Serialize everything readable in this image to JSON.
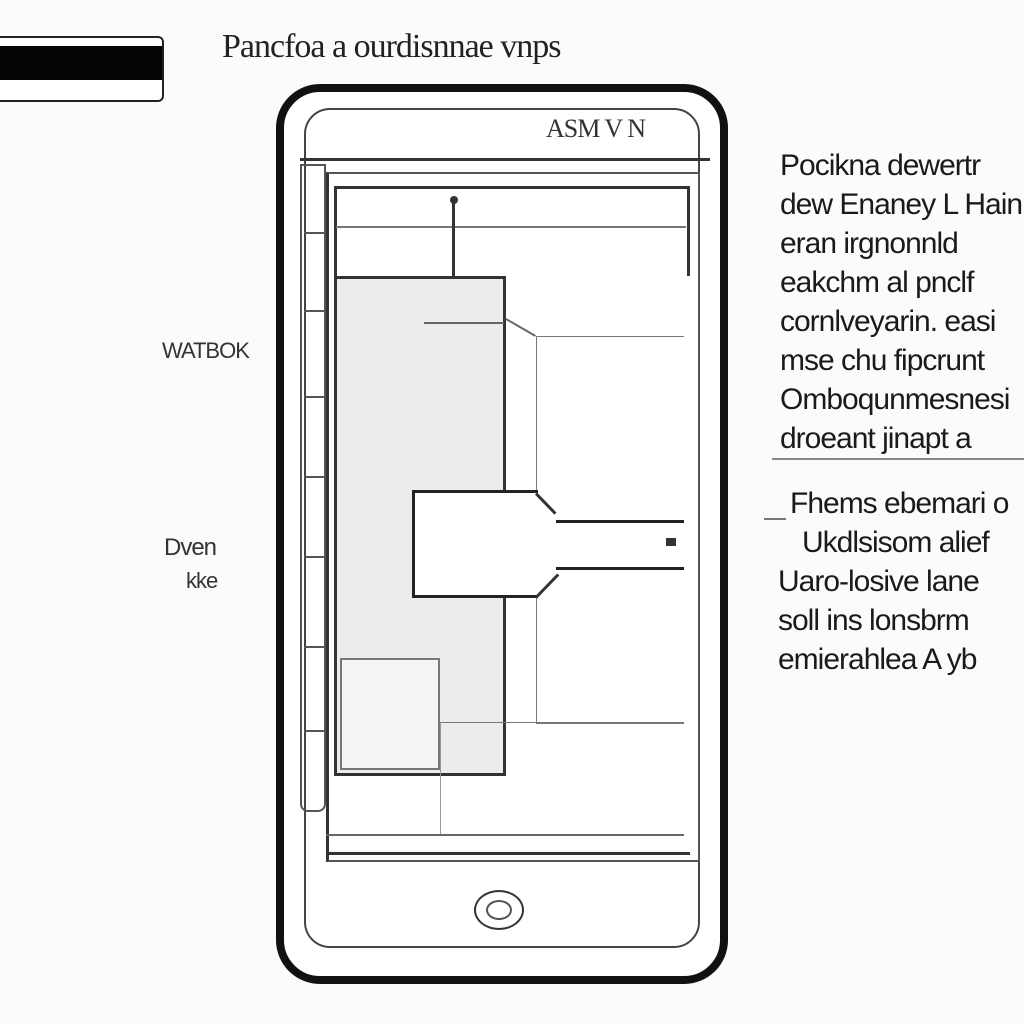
{
  "title": "Pancfoa a ourdisnnae vnps",
  "status_text": "ASM  V  N",
  "labels": {
    "window": "WATBOK",
    "device_line1": "Dven",
    "device_line2": "kke"
  },
  "paragraph_one": [
    "Pocikna dewertr",
    "dew Enaney L Hain",
    "eran irgnonnld",
    "eakchm al pnclf",
    "cornlveyarin. easi",
    "mse chu fipcrunt",
    "Omboqunmesnesi",
    "droeant jinapt a"
  ],
  "paragraph_two": [
    "Fhems ebemari o",
    "Ukdlsisom alief",
    "Uaro-losive lane",
    "soll ins lonsbrm",
    "emierahlea A yb"
  ]
}
